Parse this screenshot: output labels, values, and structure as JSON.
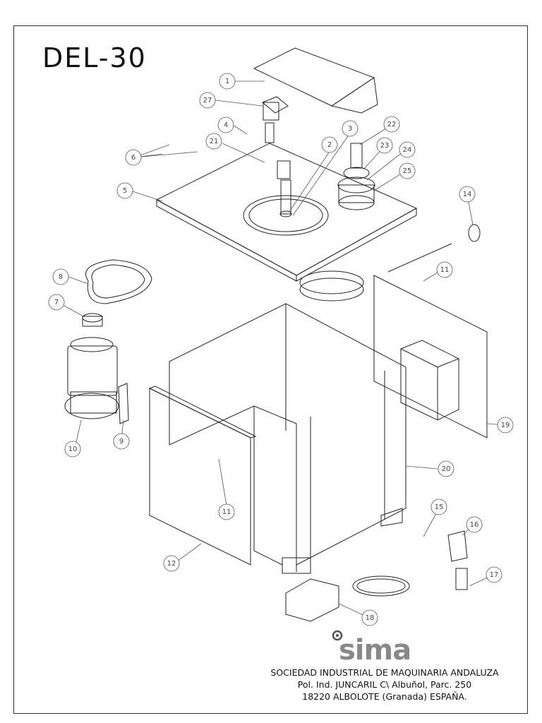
{
  "title": "DEL-30",
  "brand": {
    "logo_text": "sima",
    "company_lines": [
      "SOCIEDAD INDUSTRIAL DE MAQUINARIA ANDALUZA",
      "Pol. Ind. JUNCARIL C\\ Albuñol, Parc. 250",
      "18220 ALBOLOTE (Granada) ESPAÑA."
    ]
  },
  "callouts": [
    "1",
    "2",
    "3",
    "4",
    "5",
    "6",
    "7",
    "8",
    "9",
    "10",
    "11",
    "11",
    "12",
    "14",
    "15",
    "16",
    "17",
    "18",
    "19",
    "20",
    "21",
    "22",
    "23",
    "24",
    "25",
    "27"
  ]
}
